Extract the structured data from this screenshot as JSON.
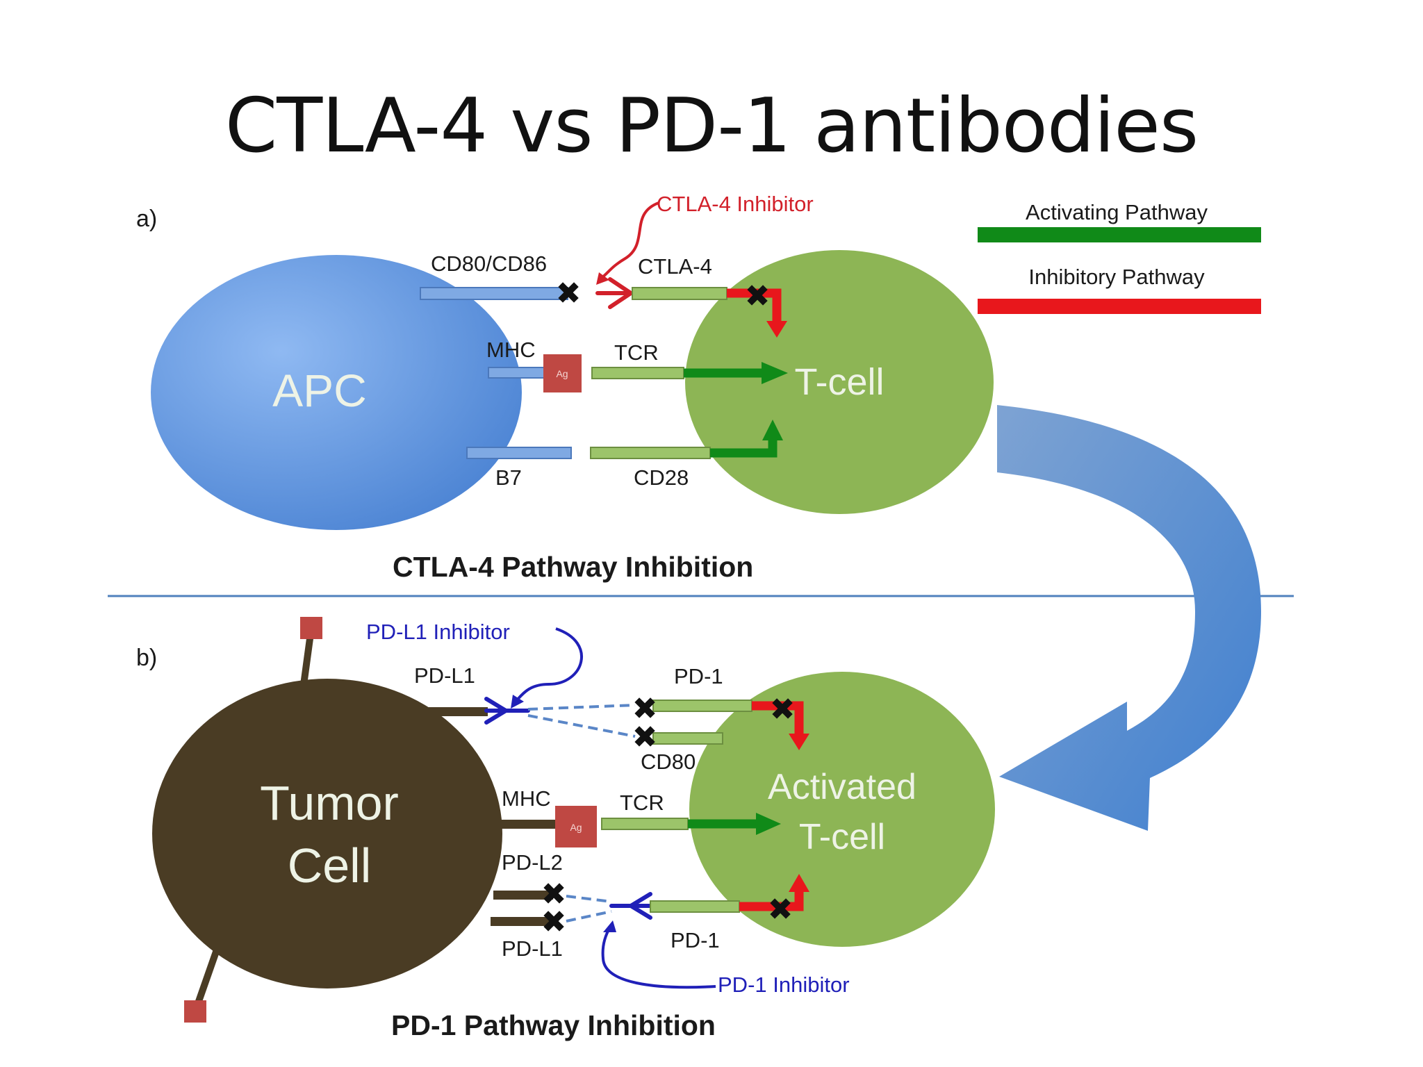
{
  "title": "CTLA-4 vs PD-1 antibodies",
  "colors": {
    "activating": "#108a18",
    "inhibitory": "#e8171c",
    "apc": "#5e95e0",
    "tcell": "#8db555",
    "tumor": "#4a3c24",
    "antigen": "#bf4843",
    "inhibitor_red": "#d2202a",
    "inhibitor_blue": "#2020b8"
  },
  "legend": {
    "activating": "Activating Pathway",
    "inhibitory": "Inhibitory Pathway"
  },
  "panel_a": {
    "tag": "a)",
    "apc": "APC",
    "tcell": "T-cell",
    "inhibitor": "CTLA-4 Inhibitor",
    "cd80_cd86": "CD80/CD86",
    "ctla4": "CTLA-4",
    "mhc": "MHC",
    "ag": "Ag",
    "tcr": "TCR",
    "b7": "B7",
    "cd28": "CD28",
    "caption": "CTLA-4 Pathway Inhibition"
  },
  "panel_b": {
    "tag": "b)",
    "tumor_line1": "Tumor",
    "tumor_line2": "Cell",
    "tcell_line1": "Activated",
    "tcell_line2": "T-cell",
    "pdl1_inhibitor": "PD-L1 Inhibitor",
    "pdl1_top": "PD-L1",
    "pd1_top": "PD-1",
    "cd80": "CD80",
    "mhc": "MHC",
    "ag": "Ag",
    "tcr": "TCR",
    "pdl2": "PD-L2",
    "pdl1_bottom": "PD-L1",
    "pd1_bottom": "PD-1",
    "pd1_inhibitor": "PD-1 Inhibitor",
    "caption": "PD-1 Pathway Inhibition"
  }
}
